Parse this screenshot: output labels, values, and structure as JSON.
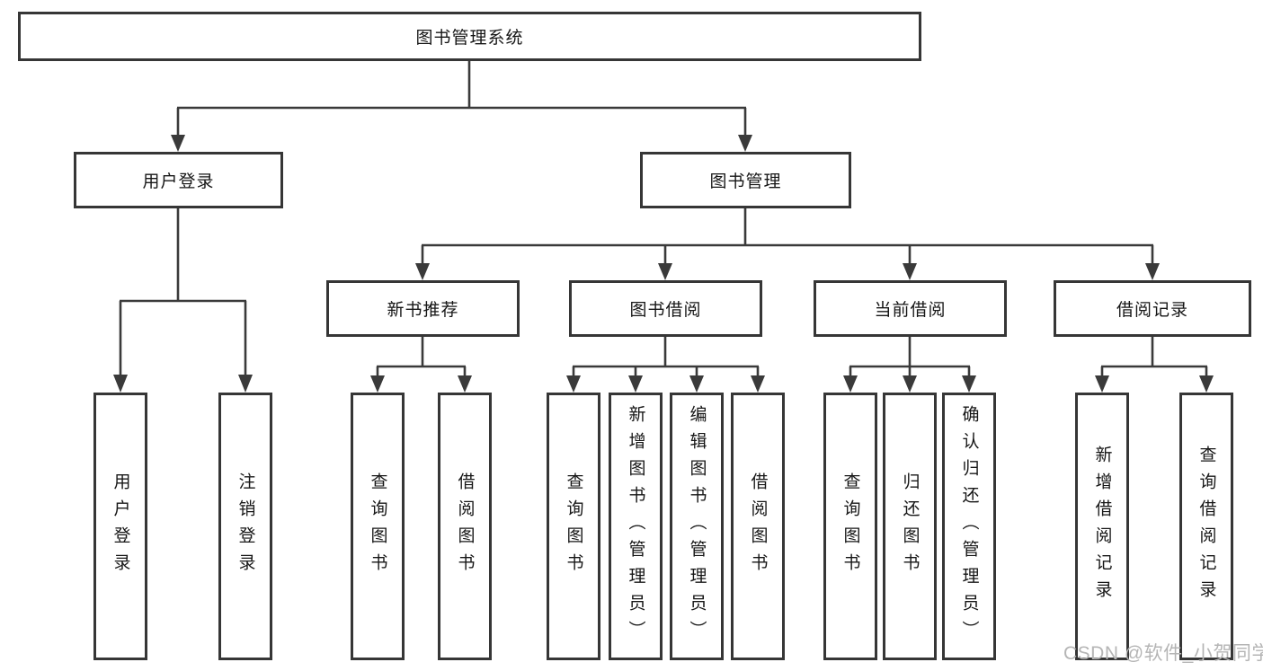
{
  "diagram": {
    "kind": "function-structure-tree",
    "line_color": "#3a3a3a",
    "watermark_color": "#b5b5b5"
  },
  "watermark": "CSDN @软件_小贺同学",
  "tree": {
    "label": "图书管理系统",
    "children": [
      {
        "label": "用户登录",
        "children": [
          {
            "label": "用户登录"
          },
          {
            "label": "注销登录"
          }
        ]
      },
      {
        "label": "图书管理",
        "children": [
          {
            "label": "新书推荐",
            "children": [
              {
                "label": "查询图书"
              },
              {
                "label": "借阅图书"
              }
            ]
          },
          {
            "label": "图书借阅",
            "children": [
              {
                "label": "查询图书"
              },
              {
                "label": "新增图书（管理员）"
              },
              {
                "label": "编辑图书（管理员）"
              },
              {
                "label": "借阅图书"
              }
            ]
          },
          {
            "label": "当前借阅",
            "children": [
              {
                "label": "查询图书"
              },
              {
                "label": "归还图书"
              },
              {
                "label": "确认归还（管理员）"
              }
            ]
          },
          {
            "label": "借阅记录",
            "children": [
              {
                "label": "新增借阅记录"
              },
              {
                "label": "查询借阅记录"
              }
            ]
          }
        ]
      }
    ]
  }
}
